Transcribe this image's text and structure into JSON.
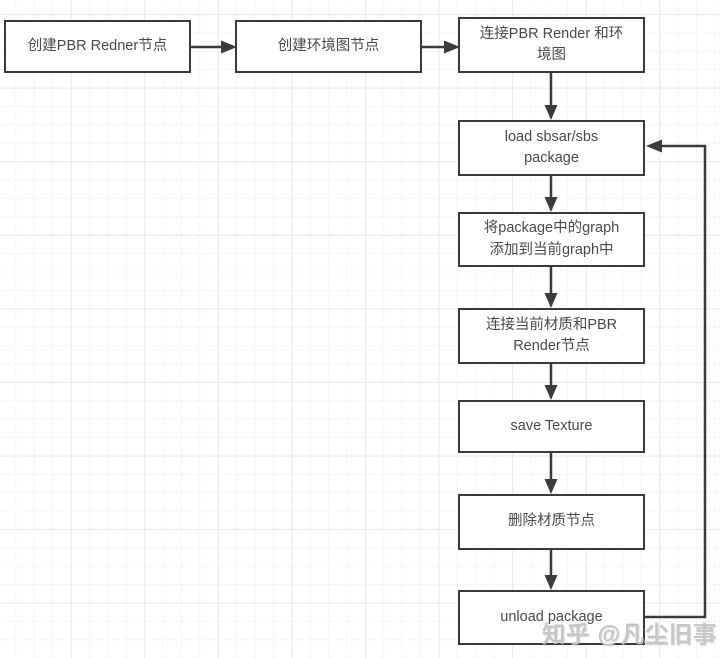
{
  "canvas": {
    "watermark": "知乎 @凡尘旧事",
    "background_color": "#ffffff",
    "grid_minor_color": "#f5f5f7",
    "grid_major_color": "#e9e9ec",
    "node_border_color": "#3a3a3a",
    "node_fill_color": "#ffffff",
    "connector_color": "#3b3b3b",
    "text_color": "#4a4a4a",
    "watermark_color": "#c6c6ca"
  },
  "flowchart": {
    "nodes": [
      {
        "id": "create-pbr-render-node",
        "label": "创建PBR Redner节点"
      },
      {
        "id": "create-env-map-node",
        "label": "创建环境图节点"
      },
      {
        "id": "connect-pbr-env",
        "label": "连接PBR Render 和环\n境图"
      },
      {
        "id": "load-package",
        "label": "load sbsar/sbs\npackage"
      },
      {
        "id": "add-graph-to-current",
        "label": "将package中的graph\n添加到当前graph中"
      },
      {
        "id": "connect-material-pbr",
        "label": "连接当前材质和PBR\nRender节点"
      },
      {
        "id": "save-texture",
        "label": "save Texture"
      },
      {
        "id": "delete-material-node",
        "label": "删除材质节点"
      },
      {
        "id": "unload-package",
        "label": "unload package"
      }
    ],
    "edges": [
      {
        "from": "create-pbr-render-node",
        "to": "create-env-map-node"
      },
      {
        "from": "create-env-map-node",
        "to": "connect-pbr-env"
      },
      {
        "from": "connect-pbr-env",
        "to": "load-package"
      },
      {
        "from": "load-package",
        "to": "add-graph-to-current"
      },
      {
        "from": "add-graph-to-current",
        "to": "connect-material-pbr"
      },
      {
        "from": "connect-material-pbr",
        "to": "save-texture"
      },
      {
        "from": "save-texture",
        "to": "delete-material-node"
      },
      {
        "from": "delete-material-node",
        "to": "unload-package"
      },
      {
        "from": "unload-package",
        "to": "load-package",
        "type": "feedback-loop"
      }
    ]
  }
}
